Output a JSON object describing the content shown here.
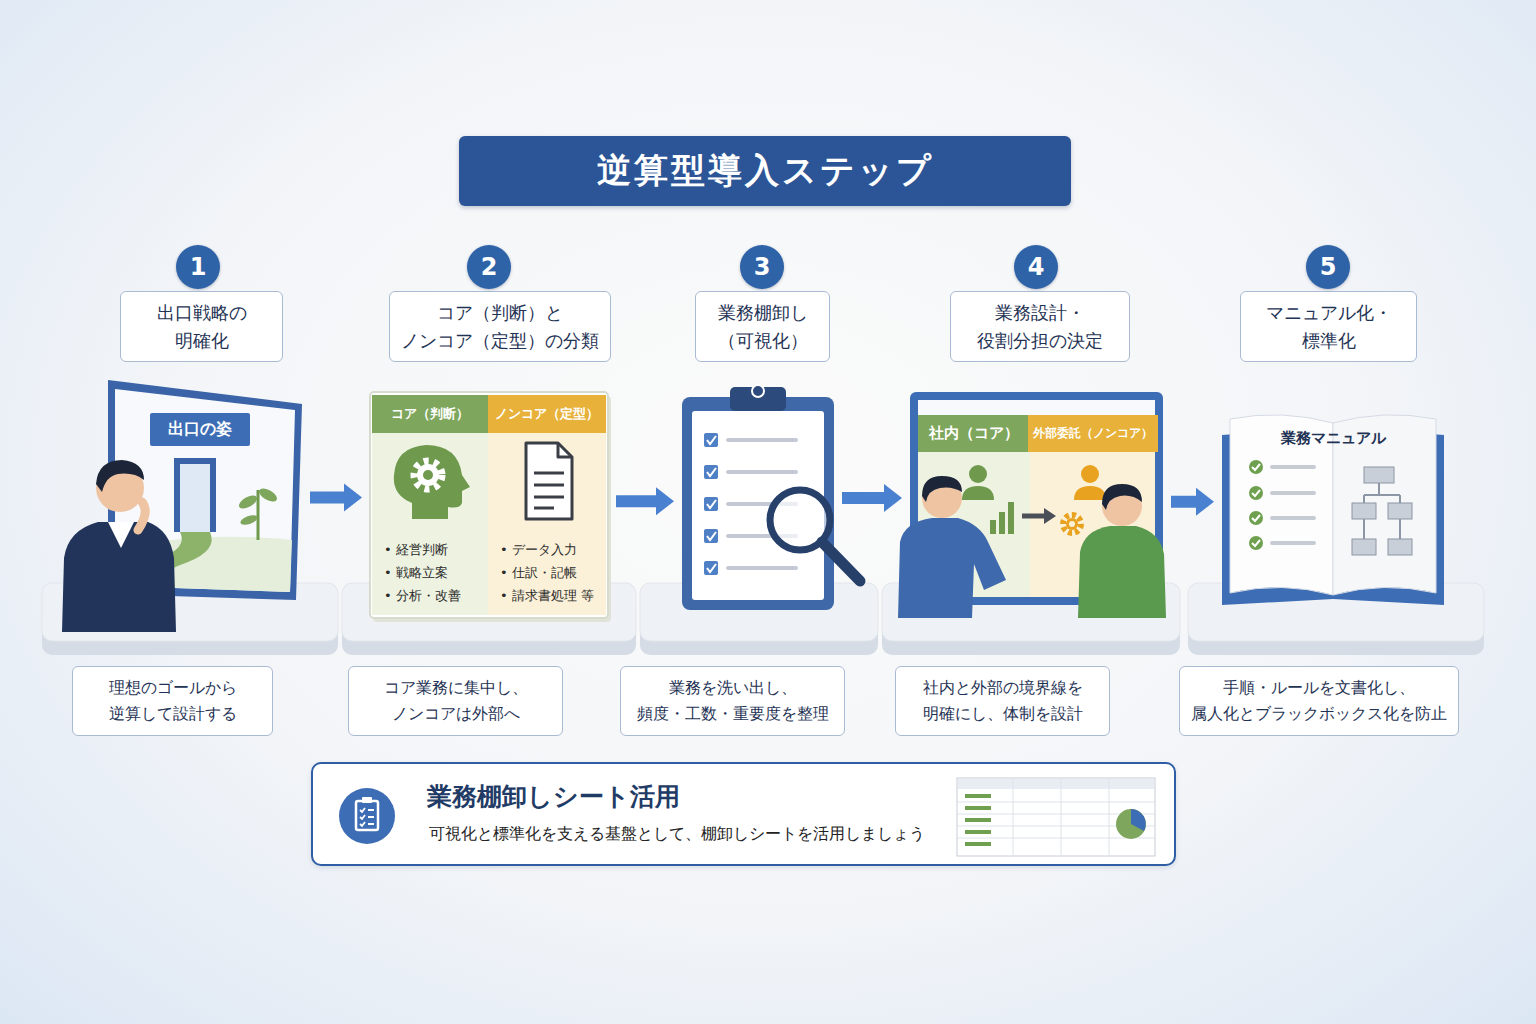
{
  "diagram": {
    "title": "逆算型導入ステップ",
    "nodes": [
      {
        "text": [
          "1"
        ]
      },
      {
        "text": [
          "出口戦略の 明確化"
        ]
      },
      {
        "text": []
      },
      {
        "text": [
          "出口の姿"
        ],
        "in": 2
      },
      {
        "text": [
          "理想のゴールから 逆算して設計する"
        ]
      },
      {
        "text": [
          "2"
        ]
      },
      {
        "text": [
          "コア（判断）と ノンコア（定型）の分類"
        ]
      },
      {
        "text": []
      },
      {
        "text": [
          "コア（判断）",
          "• 経営判断",
          "• 戦略立案",
          "• 分析・改善"
        ],
        "in": 7
      },
      {
        "text": [
          "ノンコア（定型）",
          "• データ入力",
          "• 仕訳・記帳",
          "• 請求書処理 等"
        ],
        "in": 7
      },
      {
        "text": [
          "コア業務に集中し、 ノンコアは外部へ"
        ]
      },
      {
        "text": [
          "3"
        ]
      },
      {
        "text": [
          "業務棚卸し （可視化）"
        ]
      },
      {
        "text": []
      },
      {
        "text": [
          "業務を洗い出し、 頻度・工数・重要度を整理"
        ]
      },
      {
        "text": [
          "4"
        ]
      },
      {
        "text": [
          "業務設計・ 役割分担の決定"
        ]
      },
      {
        "text": []
      },
      {
        "text": [
          "社内（コア）"
        ],
        "in": 17
      },
      {
        "text": [
          "外部委託（ノンコア）"
        ],
        "in": 17
      },
      {
        "text": [
          "社内と外部の境界線を 明確にし、体制を設計"
        ]
      },
      {
        "text": [
          "5"
        ]
      },
      {
        "text": [
          "マニュアル化・ 標準化"
        ]
      },
      {
        "text": [
          "業務マニュアル"
        ]
      },
      {
        "text": [
          "手順・ルールを文書化し、 属人化とブラックボックス化を防止"
        ]
      },
      {
        "text": [
          "業務棚卸しシート活用",
          "可視化と標準化を支える基盤として、棚卸しシートを活用しましょう"
        ]
      }
    ],
    "edges": [
      {
        "from": 2,
        "to": 7,
        "arrow": "to"
      },
      {
        "from": 7,
        "to": 13,
        "arrow": "to"
      },
      {
        "from": 13,
        "to": 17,
        "arrow": "to"
      },
      {
        "from": 17,
        "to": 23,
        "arrow": "to"
      }
    ]
  }
}
